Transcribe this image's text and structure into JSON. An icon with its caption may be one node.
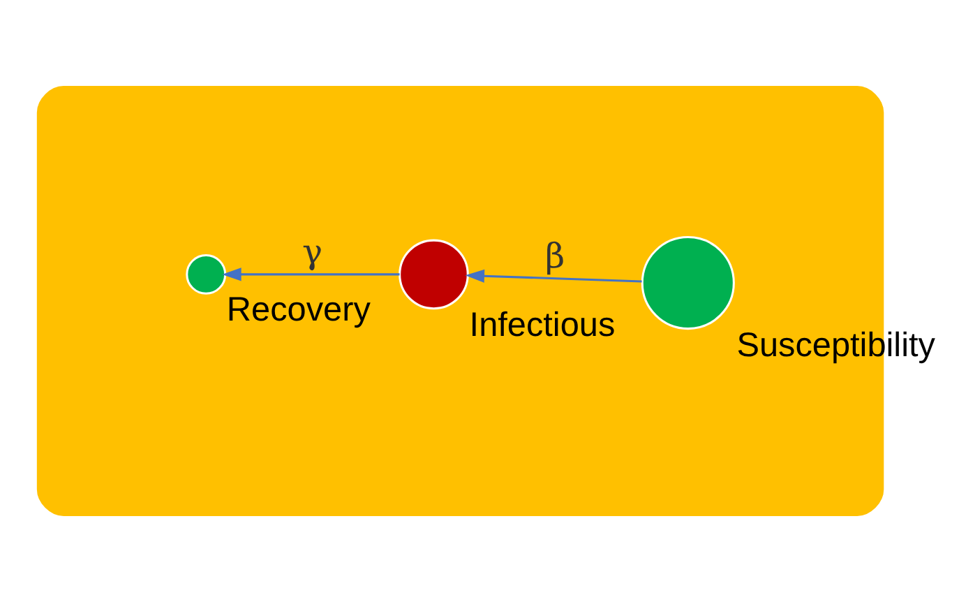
{
  "diagram": {
    "nodes": [
      {
        "text": [],
        "shape": "arrow"
      },
      {
        "text": [],
        "shape": "circle",
        "beside": [
          "Susceptibility"
        ],
        "in": 0
      },
      {
        "text": [],
        "shape": "circle",
        "beside": [
          "Infectious"
        ],
        "in": 0
      },
      {
        "text": [],
        "shape": "circle",
        "beside": [
          "Recovery"
        ],
        "in": 0
      }
    ],
    "edges": [
      {
        "from": 1,
        "to": 2,
        "arrow": "to",
        "label": "β"
      },
      {
        "from": 2,
        "to": 3,
        "arrow": "to",
        "label": "γ"
      }
    ]
  }
}
